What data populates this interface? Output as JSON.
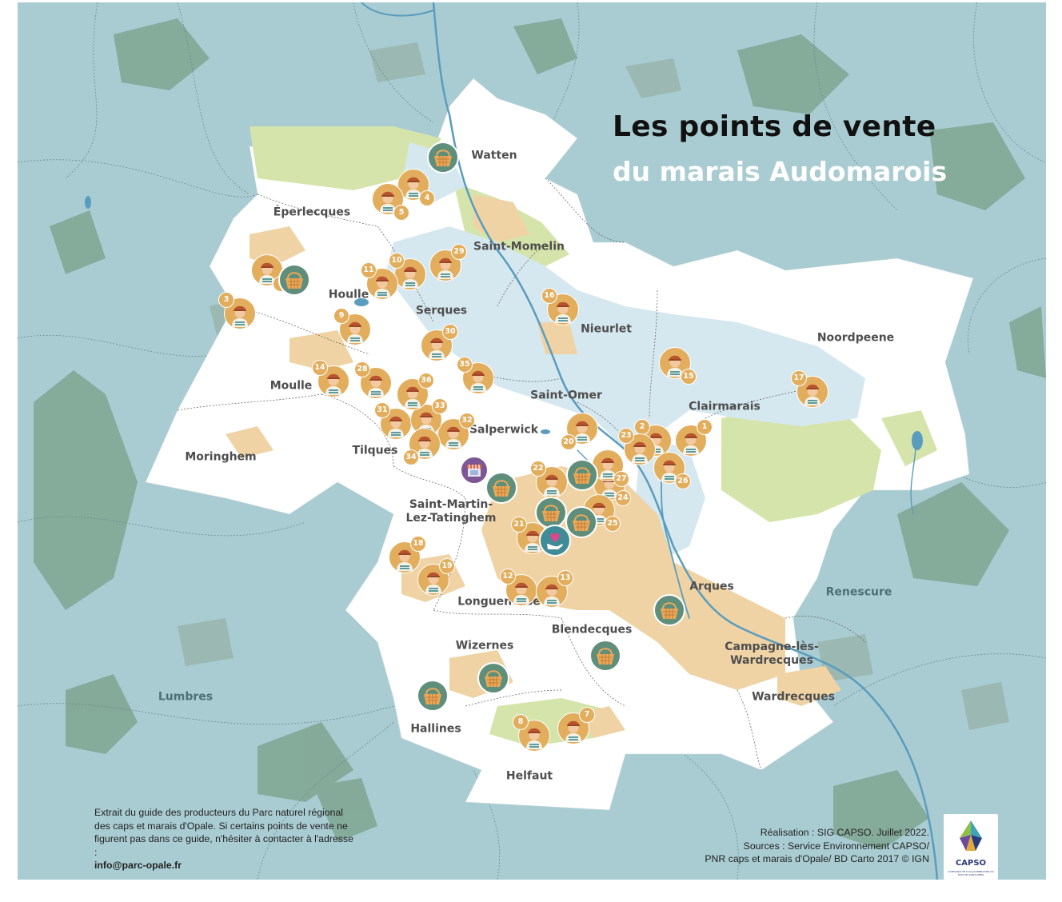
{
  "title": {
    "line1": "Les points de vente",
    "line2": "du marais Audomarois"
  },
  "communes_inside": [
    "Watten",
    "Éperlecques",
    "Saint-Momelin",
    "Houlle",
    "Serques",
    "Nieurlet",
    "Noordpeene",
    "Moulle",
    "Saint-Omer",
    "Clairmarais",
    "Salperwick",
    "Tilques",
    "Moringhem",
    "Saint-Martin-\nLez-Tatinghem",
    "Longuenesse",
    "Arques",
    "Blendecques",
    "Wizernes",
    "Campagne-lès-\nWardrecques",
    "Wardrecques",
    "Hallines",
    "Helfaut"
  ],
  "communes_outside": [
    "Renescure",
    "Lumbres"
  ],
  "producers": [
    {
      "n": "1"
    },
    {
      "n": "2"
    },
    {
      "n": "3"
    },
    {
      "n": "4"
    },
    {
      "n": "5"
    },
    {
      "n": "6"
    },
    {
      "n": "7"
    },
    {
      "n": "8"
    },
    {
      "n": "9"
    },
    {
      "n": "10"
    },
    {
      "n": "11"
    },
    {
      "n": "12"
    },
    {
      "n": "13"
    },
    {
      "n": "14"
    },
    {
      "n": "15"
    },
    {
      "n": "16"
    },
    {
      "n": "17"
    },
    {
      "n": "18"
    },
    {
      "n": "19"
    },
    {
      "n": "20"
    },
    {
      "n": "21"
    },
    {
      "n": "22"
    },
    {
      "n": "23"
    },
    {
      "n": "24"
    },
    {
      "n": "25"
    },
    {
      "n": "26"
    },
    {
      "n": "27"
    },
    {
      "n": "28"
    },
    {
      "n": "29"
    },
    {
      "n": "30"
    },
    {
      "n": "31"
    },
    {
      "n": "32"
    },
    {
      "n": "33"
    },
    {
      "n": "34"
    },
    {
      "n": "35"
    },
    {
      "n": "36"
    }
  ],
  "footer": {
    "left_text": "Extrait du guide des producteurs du Parc naturel régional des caps et marais d'Opale. Si certains points de vente ne figurent pas dans ce guide, n'hésiter à contacter à l'adresse :",
    "email": "info@parc-opale.fr",
    "credit_line1": "Réalisation : SIG CAPSO. Juillet 2022.",
    "credit_line2": "Sources : Service Environnement CAPSO/",
    "credit_line3": "PNR caps et marais d'Opale/ BD Carto 2017 © IGN"
  },
  "logo": {
    "name": "CAPSO",
    "subtitle": "COMMUNAUTÉ D'AGGLOMÉRATION DU PAYS DE SAINT-OMER"
  },
  "colors": {
    "outside": "#a9ccd2",
    "territory": "#ffffff",
    "forest_inside": "#d5e4ab",
    "forest_outside": "#7fa590",
    "urban": "#efd3a5",
    "water": "#d6e8ef",
    "river": "#5a9cbd",
    "producer": "#e2ae5e",
    "market": "#5f8e7b",
    "shop": "#7c5794",
    "heart_point": "#3f8b96"
  }
}
